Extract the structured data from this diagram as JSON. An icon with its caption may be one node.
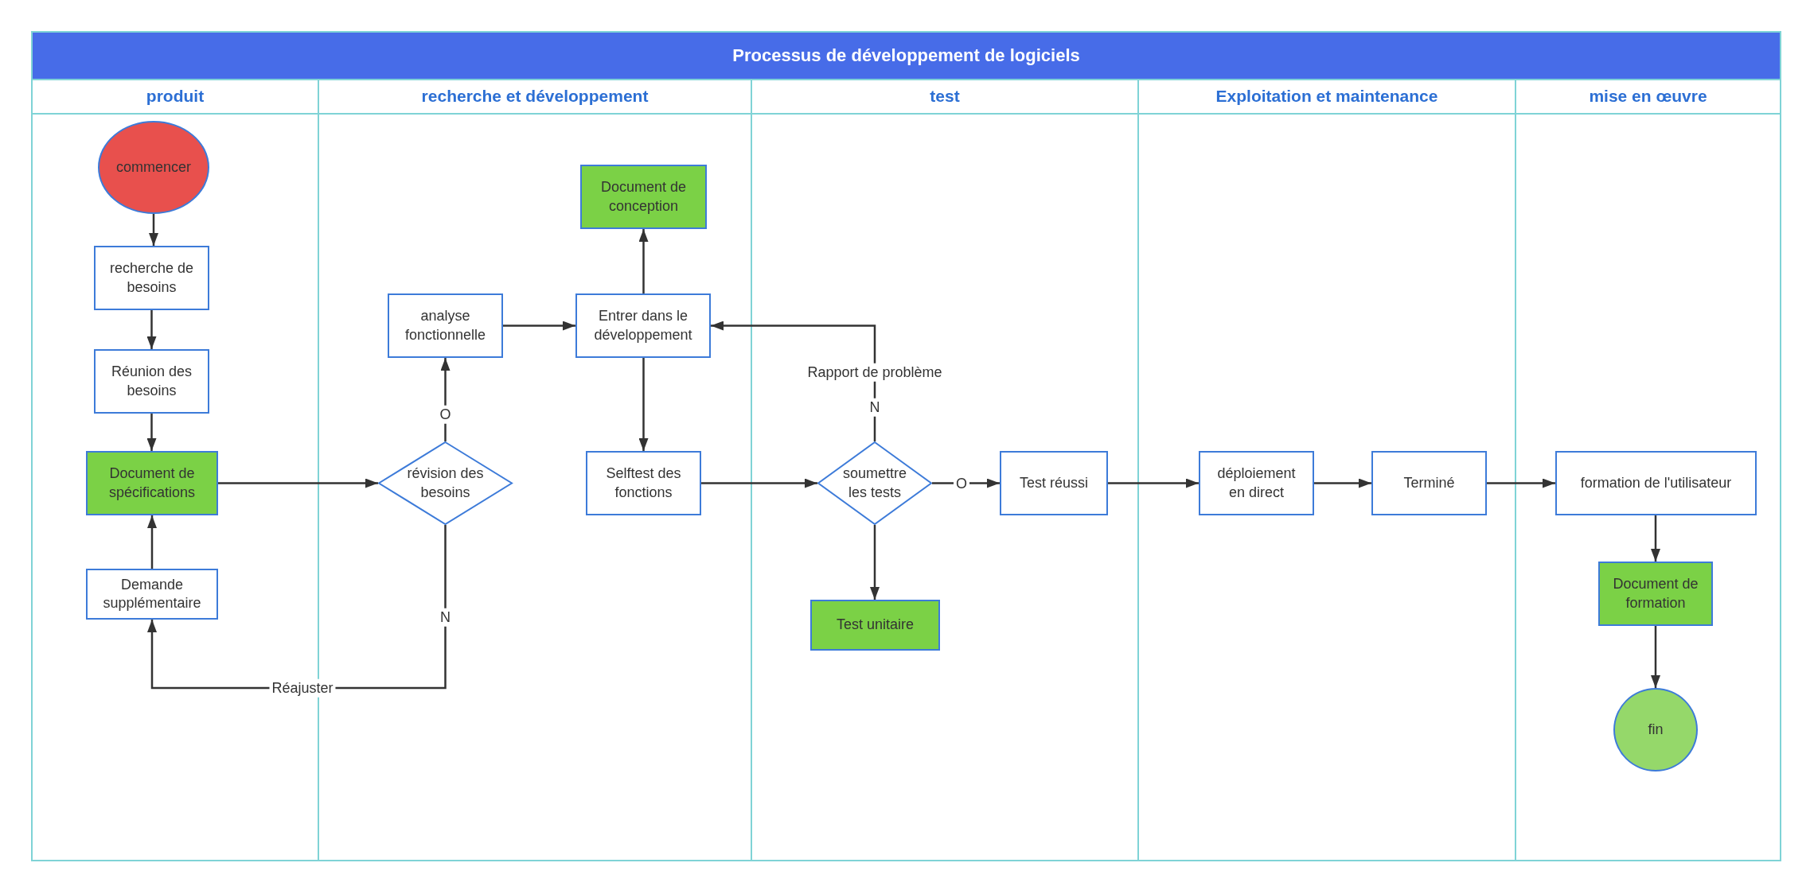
{
  "diagram": {
    "title": "Processus de développement de logiciels",
    "nodes": [
      {
        "text": [
          "produit"
        ]
      },
      {
        "text": [
          "commencer"
        ],
        "in": 0
      },
      {
        "text": [
          "recherche de besoins"
        ],
        "in": 0
      },
      {
        "text": [
          "Réunion des besoins"
        ],
        "in": 0
      },
      {
        "text": [
          "Document de spécifications"
        ],
        "in": 0
      },
      {
        "text": [
          "Demande supplémentaire"
        ],
        "in": 0
      },
      {
        "text": [
          "recherche et développement"
        ]
      },
      {
        "text": [
          "Document de conception"
        ],
        "in": 6
      },
      {
        "text": [
          "analyse fonctionnelle"
        ],
        "in": 6
      },
      {
        "text": [
          "Entrer dans le développement"
        ],
        "in": 6
      },
      {
        "text": [
          "révision des besoins"
        ],
        "in": 6
      },
      {
        "text": [
          "Selftest des fonctions"
        ],
        "in": 6
      },
      {
        "text": [
          "test"
        ]
      },
      {
        "text": [
          "soumettre les tests"
        ],
        "in": 12
      },
      {
        "text": [
          "Test réussi"
        ],
        "in": 12
      },
      {
        "text": [
          "Test unitaire"
        ],
        "in": 12
      },
      {
        "text": [
          "Exploitation et maintenance"
        ]
      },
      {
        "text": [
          "déploiement en direct"
        ],
        "in": 16
      },
      {
        "text": [
          "Terminé"
        ],
        "in": 16
      },
      {
        "text": [
          "mise en œuvre"
        ]
      },
      {
        "text": [
          "formation de l'utilisateur"
        ],
        "in": 19
      },
      {
        "text": [
          "Document de formation"
        ],
        "in": 19
      },
      {
        "text": [
          "fin"
        ],
        "in": 19
      }
    ],
    "edges": [
      {
        "from": 1,
        "to": 2,
        "arrow": "to"
      },
      {
        "from": 2,
        "to": 3,
        "arrow": "to"
      },
      {
        "from": 3,
        "to": 4,
        "arrow": "to"
      },
      {
        "from": 5,
        "to": 4,
        "arrow": "to"
      },
      {
        "from": 4,
        "to": 10,
        "arrow": "to"
      },
      {
        "from": 10,
        "to": 8,
        "arrow": "to",
        "label": "O"
      },
      {
        "from": 10,
        "to": 5,
        "arrow": "to",
        "label": "N"
      },
      {
        "from": 8,
        "to": 9,
        "arrow": "to"
      },
      {
        "from": 9,
        "to": 7,
        "arrow": "to"
      },
      {
        "from": 9,
        "to": 11,
        "arrow": "to"
      },
      {
        "from": 11,
        "to": 13,
        "arrow": "to"
      },
      {
        "from": 13,
        "to": 9,
        "arrow": "to",
        "label": "N"
      },
      {
        "from": 13,
        "to": 14,
        "arrow": "to",
        "label": "O"
      },
      {
        "from": 13,
        "to": 15,
        "arrow": "to"
      },
      {
        "from": 14,
        "to": 17,
        "arrow": "to"
      },
      {
        "from": 17,
        "to": 18,
        "arrow": "to"
      },
      {
        "from": 18,
        "to": 20,
        "arrow": "to"
      },
      {
        "from": 20,
        "to": 21,
        "arrow": "to"
      },
      {
        "from": 21,
        "to": 22,
        "arrow": "to"
      }
    ],
    "labels": [
      "Rapport de problème",
      "Réajuster"
    ]
  }
}
